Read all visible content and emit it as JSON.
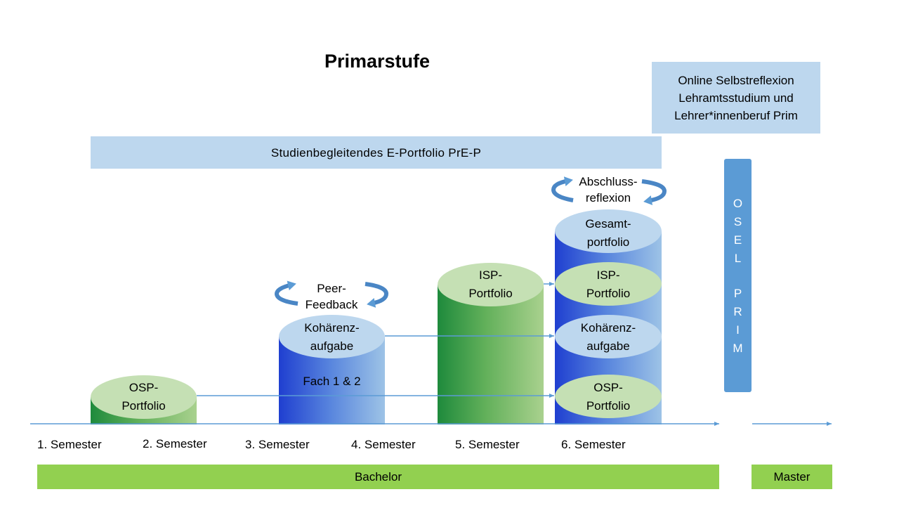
{
  "title": "Primarstufe",
  "eportfolio_label": "Studienbegleitendes E-Portfolio PrE-P",
  "online_reflexion": [
    "Online Selbstreflexion",
    "Lehramtsstudium und",
    "Lehrer*innenberuf Prim"
  ],
  "osel_letters": [
    "O",
    "S",
    "E",
    "L",
    "",
    "P",
    "R",
    "I",
    "M"
  ],
  "semesters": [
    "1. Semester",
    "2. Semester",
    "3. Semester",
    "4. Semester",
    "5. Semester",
    "6. Semester"
  ],
  "bachelor": "Bachelor",
  "master": "Master",
  "cylinders": {
    "osp": [
      "OSP-",
      "Portfolio"
    ],
    "kohaerenz": [
      "Kohärenz-",
      "aufgabe"
    ],
    "fach": "Fach 1 & 2",
    "isp": [
      "ISP-",
      "Portfolio"
    ],
    "gesamt": [
      "Gesamt-",
      "portfolio"
    ],
    "isp6": [
      "ISP-",
      "Portfolio"
    ],
    "kohaerenz6": [
      "Kohärenz-",
      "aufgabe"
    ],
    "osp6": [
      "OSP-",
      "Portfolio"
    ]
  },
  "cycles": {
    "peer": [
      "Peer-",
      "Feedback"
    ],
    "abschluss": [
      "Abschluss-",
      "reflexion"
    ]
  },
  "colors": {
    "light_blue_box": "#bdd7ee",
    "osel_blue": "#5b9bd5",
    "bar_green": "#92d050",
    "ellipse_green": "#c5e0b4",
    "ellipse_blue": "#bdd7ee"
  }
}
